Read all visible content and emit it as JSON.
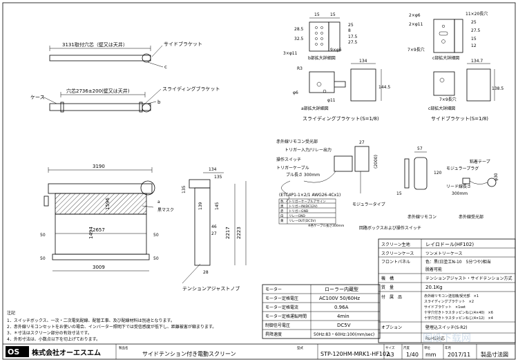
{
  "top_views": {
    "mount_dim": "3131取付穴芯（壁又は天井）",
    "side_bracket": "サイドブラケット",
    "marker_c": "c",
    "case": "ケース",
    "hole_dim": "穴芯2736±200(壁又は天井)",
    "sliding_bracket": "スライディングブラケット",
    "marker_b": "b"
  },
  "detail_b": {
    "d15a": "15",
    "d15b": "15",
    "d285": "28.5",
    "d325": "32.5",
    "d25": "25",
    "d8": "8",
    "d175": "17.5",
    "d275": "27.5",
    "holes3": "3×φ11",
    "holes9": "9×φ6",
    "title": "b部拡大詳細図",
    "d134": "134",
    "d1445": "144.5",
    "r3": "R3",
    "phi6": "φ6",
    "phi11": "φ11",
    "title_a": "a部拡大詳細図",
    "caption": "スライディングブラケット(S=1/8)"
  },
  "detail_c": {
    "l1": "2×φ6",
    "l2": "2×φ11",
    "l3": "11×20長穴",
    "l4": "7×9長穴",
    "d25": "25",
    "d275": "27.5",
    "d15": "15",
    "d12": "12",
    "title": "c部拡大詳細図",
    "d1347": "134.7",
    "d1385": "138.5",
    "l5": "7×9長穴",
    "title_a": "c部拡大詳細図",
    "caption": "サイドブラケット(S=1/8)"
  },
  "front_view": {
    "w3190": "3190",
    "w2657": "2657",
    "w3009": "3009",
    "h1494": "1494",
    "h1596": "1596",
    "h2217": "2217",
    "h2223": "2223",
    "d134": "134",
    "d135": "135",
    "d135v": "135",
    "d139": "139",
    "d145": "145",
    "d46": "46",
    "d27": "27",
    "d28": "28",
    "d50a": "50",
    "d50b": "50",
    "d50c": "50",
    "d50d": "50",
    "label_a": "a",
    "black_mask": "黒マスク",
    "tension_knob": "テンションアジャストノブ"
  },
  "accessories": {
    "ir_receiver": "赤外線リモコン受光部",
    "trigger_io": "トリガー入力/リレー出力",
    "op_switch": "操作スイッチ",
    "trigger_cable": "トリガーケーブル",
    "cable_len": "ブル長さ 300mm",
    "d27": "27",
    "d2000": "(2000)",
    "modular_type": "モジュラータイプ",
    "connector_note": "(ETC4P1-1×2/1 AWG26-4Cx1)",
    "wire_table": {
      "headers": [
        "色",
        "トリガーケーブルアサイン"
      ],
      "rows": [
        [
          "黒",
          "トリガーIN(DC12V)"
        ],
        [
          "赤",
          "トリガーGND"
        ],
        [
          "白",
          "リレーGND"
        ],
        [
          "黄",
          "リレーOUT(DC5V)"
        ]
      ],
      "footnote": "※各ケーブル長さ300mm"
    },
    "junction_box": "回路ボックスおよび操作スイッチ",
    "ir_remote": "赤外線リモコン",
    "remote_w": "57",
    "remote_d": "15",
    "remote_h": "120",
    "adhesive_tape": "粘着テープ",
    "modular_plug": "モジュラープラグ",
    "lead_wire": "リード線長さ",
    "lead_len": "300mm",
    "phi30": "φ30",
    "ir_recv2": "赤外線受光部"
  },
  "spec_left": {
    "rows": [
      [
        "モーター",
        "ローラー内蔵型"
      ],
      [
        "モーター定格電圧",
        "AC100V 50/60Hz"
      ],
      [
        "モーター定格電流",
        "0.96A"
      ],
      [
        "モーター定格運転時間",
        "4min"
      ],
      [
        "制御信号電圧",
        "DC5V"
      ],
      [
        "昇降速度",
        "50Hz:83・60Hz:100(mm/sec)"
      ]
    ]
  },
  "spec_right": {
    "rows": [
      [
        "スクリーン生地",
        "レイロドール(HF102)"
      ],
      [
        "スクリーンケース",
        "ツンメトリーケース"
      ],
      [
        "フロントパネル",
        "色：黒(日塗工N-10　5分つや)相当"
      ],
      [
        "",
        "脱着可能"
      ],
      [
        "機　構",
        "テンションアジャスト・サイドテンション方式"
      ],
      [
        "質　量",
        "20.1Kg"
      ],
      [
        "付　属　品",
        "赤外線リモコン送信機/受光部　×1"
      ],
      [
        "",
        "スライディングブラケット　×2"
      ],
      [
        "",
        "サイドブラケット　×1set"
      ],
      [
        "",
        "十字穴付きトラスタッピンねじ(4×40)　×6"
      ],
      [
        "",
        "十字穴付きトラスタッピンねじ(4×12)　×4"
      ],
      [
        "オプション",
        "壁埋込スイッチ(S-R2)"
      ],
      [
        "",
        "RoHS対応"
      ]
    ]
  },
  "notes": {
    "title": "注記",
    "items": [
      "1．スイッチボックス、一次・二次電気配線、配管工事、及び配線材料は別途となります。",
      "2．赤外線リモコンセットをお使いの場合、インバーター照明下では受信感度が低下し、距離被害が縮まります。",
      "3．＊寸法はスクリーン部分の有効寸法です。",
      "4．外形寸法は、小数点以下を切上げております。"
    ]
  },
  "title_block": {
    "company": "株式会社オーエスエム",
    "product_label": "製品名",
    "product": "サイドテンション付き電動スクリーン",
    "model_label": "型式",
    "model": "STP-120HM-MRK1-HF102",
    "size_label": "サイズ",
    "size": "A3",
    "scale_label": "尺度",
    "scale": "1/40",
    "unit_label": "単位",
    "unit": "mm",
    "date_label": "年月",
    "date": "2017/11",
    "doc": "製品寸法図",
    "watermark": "图纸下载网"
  }
}
